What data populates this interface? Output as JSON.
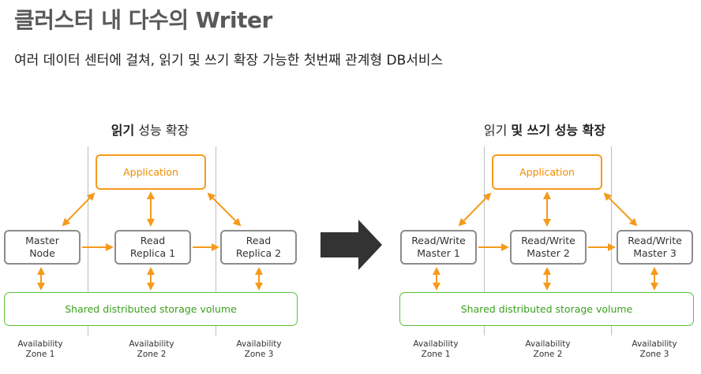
{
  "title": "클러스터 내 다수의 Writer",
  "subtitle": "여러 데이터 센터에 걸쳐, 읽기 및 쓰기 확장 가능한 첫번째 관계형 DB서비스",
  "left": {
    "heading_bold": "읽기",
    "heading_rest": " 성능 확장",
    "application": "Application",
    "nodes": [
      "Master Node",
      "Read Replica 1",
      "Read Replica 2"
    ],
    "storage": "Shared distributed storage volume",
    "zones": [
      "Availability Zone 1",
      "Availability Zone 2",
      "Availability Zone 3"
    ]
  },
  "right": {
    "heading_plain": "읽기 ",
    "heading_bold": "및 쓰기 성능 확장",
    "application": "Application",
    "nodes": [
      "Read/Write Master 1",
      "Read/Write Master 2",
      "Read/Write Master 3"
    ],
    "storage": "Shared distributed storage volume",
    "zones": [
      "Availability Zone 1",
      "Availability Zone 2",
      "Availability Zone 3"
    ]
  },
  "colors": {
    "orange": "#f59a1b",
    "green": "#5cbf3c",
    "gray": "#8c8c8c",
    "arrow": "#333333"
  }
}
